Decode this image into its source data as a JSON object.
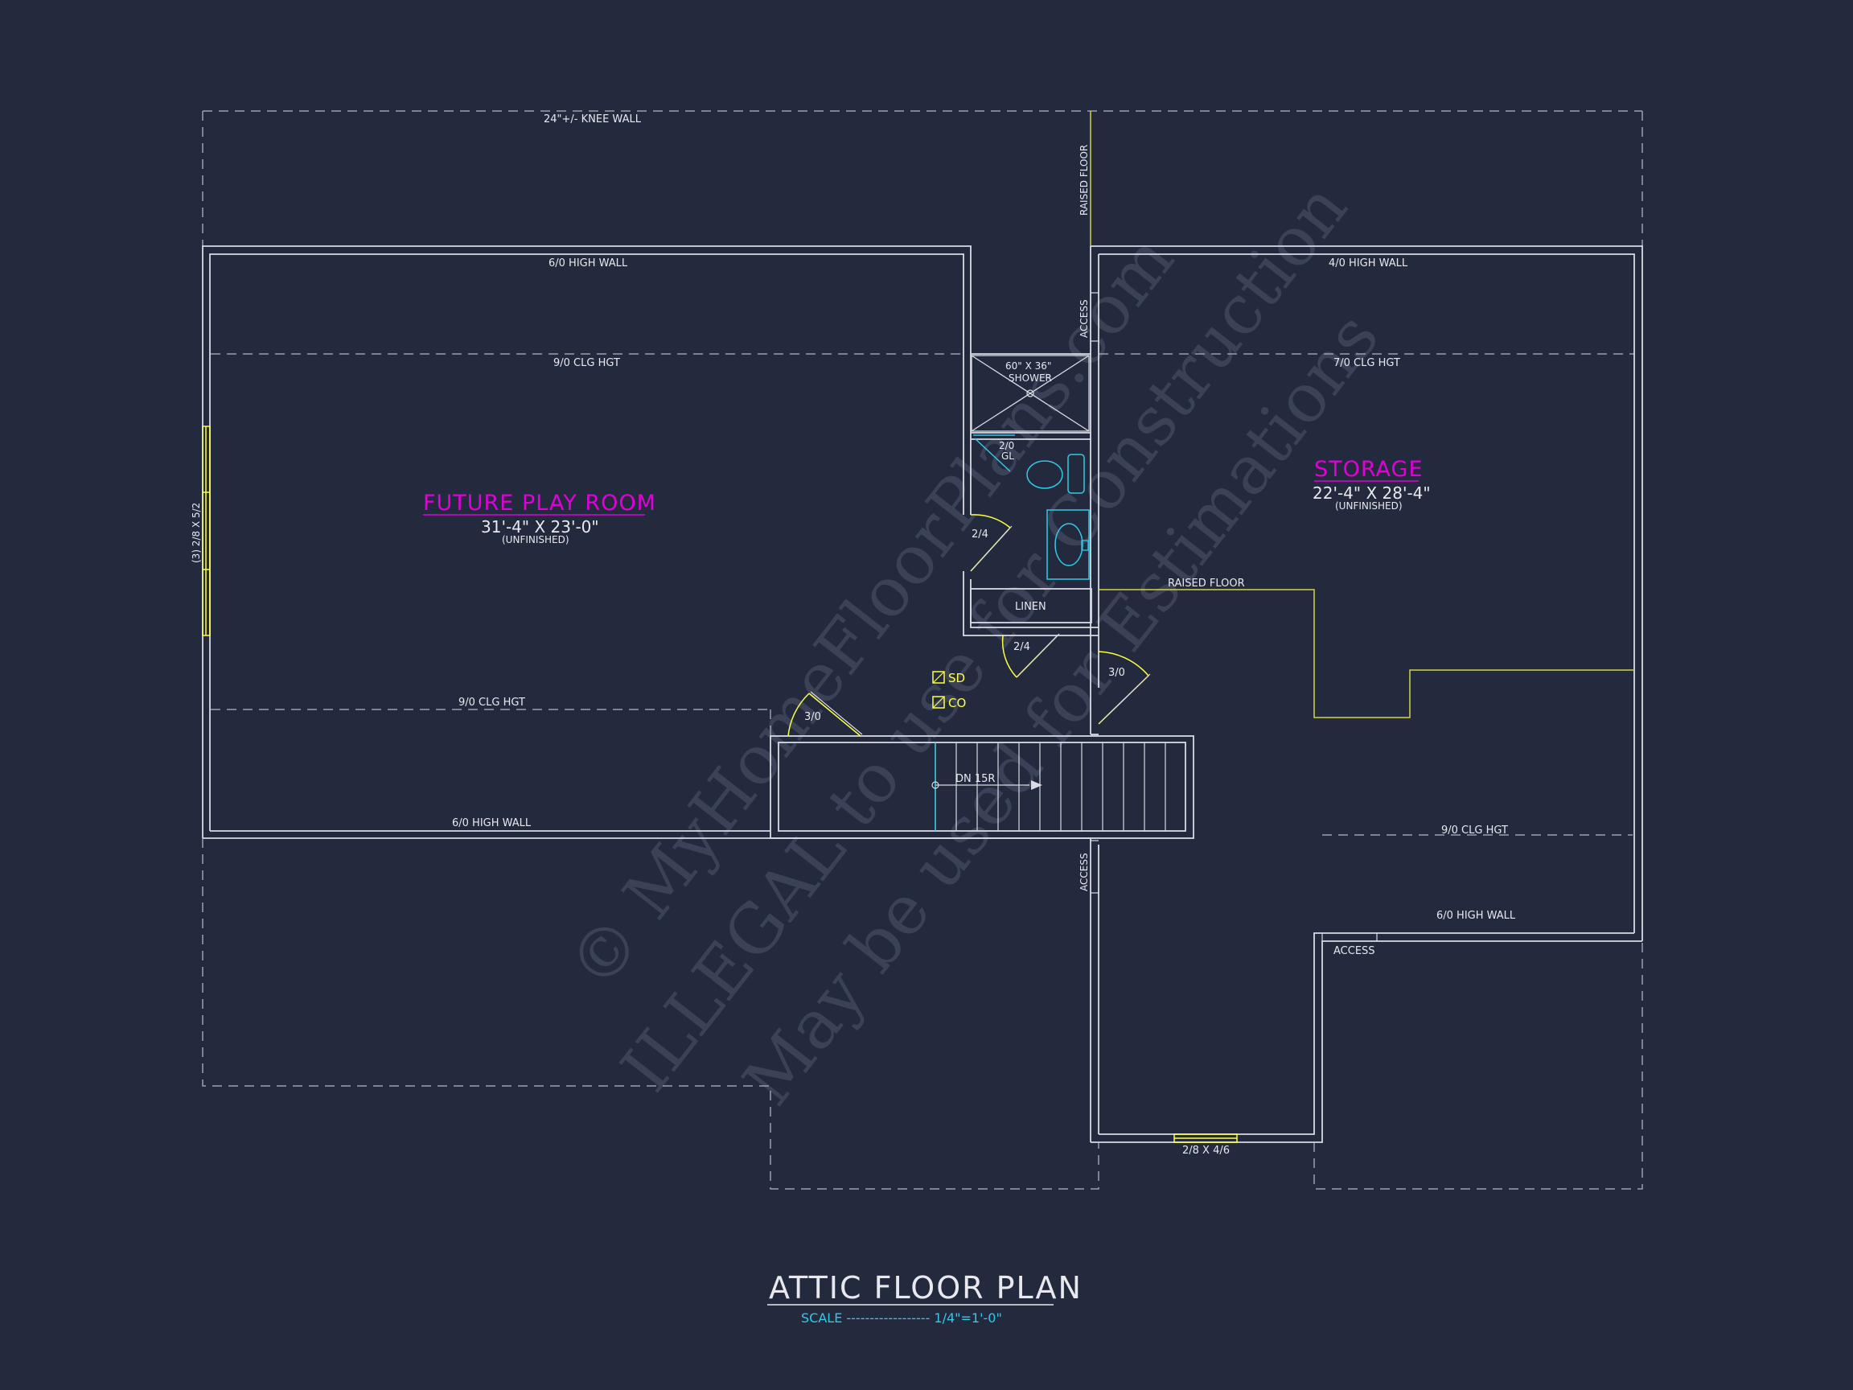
{
  "title": "ATTIC FLOOR PLAN",
  "scale": "SCALE ------------------ 1/4\"=1'-0\"",
  "watermark": [
    "© MyHomeFloorPlans.com",
    "ILLEGAL to use for Construction",
    "May be used for Estimations"
  ],
  "rooms": {
    "play_name": "FUTURE PLAY ROOM",
    "play_dim": "31'-4\" X 23'-0\"",
    "play_note": "(UNFINISHED)",
    "storage_name": "STORAGE",
    "storage_dim": "22'-4\" X 28'-4\"",
    "storage_note": "(UNFINISHED)"
  },
  "labels": {
    "knee_wall": "24\"+/- KNEE WALL",
    "play_top_wall": "6/0 HIGH WALL",
    "play_top_clg": "9/0 CLG HGT",
    "play_bot_clg": "9/0 CLG HGT",
    "play_bot_wall": "6/0 HIGH WALL",
    "window_left": "(3) 2/8 X 5/2",
    "raised_floor_vert": "RAISED FLOOR",
    "access_top": "ACCESS",
    "access_mid": "ACCESS",
    "access_right": "ACCESS",
    "storage_top_wall": "4/0 HIGH WALL",
    "storage_top_clg": "7/0 CLG HGT",
    "raised_floor": "RAISED FLOOR",
    "storage_bot_clg": "9/0 CLG HGT",
    "storage_bot_wall": "6/0 HIGH WALL",
    "window_bottom": "2/8 X 4/6",
    "shower_1": "60\" X 36\"",
    "shower_2": "SHOWER",
    "gl_1": "2/0",
    "gl_2": "GL",
    "door_bath": "2/4",
    "linen": "LINEN",
    "door_linen": "2/4",
    "door_storage": "3/0",
    "door_play": "3/0",
    "stair": "DN 15R",
    "sd": "SD",
    "co": "CO"
  },
  "colors": {
    "background": "#232a3e",
    "wall": "#d8dbe3",
    "room_label": "#e000d8",
    "annotation": "#ffff44",
    "scale": "#33c9e6"
  }
}
